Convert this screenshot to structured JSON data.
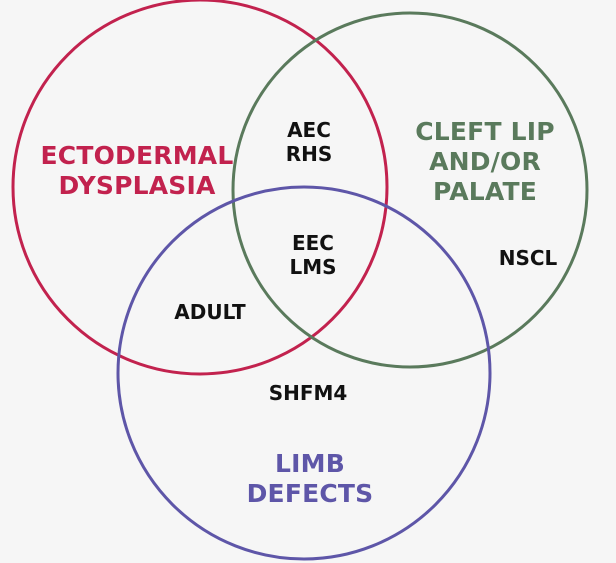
{
  "colors": {
    "ectodermal": "#c2224e",
    "cleft": "#5a7a5c",
    "limb": "#5e56a8",
    "region_text": "#111111"
  },
  "sets": {
    "ectodermal": {
      "line1": "ECTODERMAL",
      "line2": "DYSPLASIA"
    },
    "cleft": {
      "line1": "CLEFT LIP",
      "line2": "AND/OR",
      "line3": "PALATE"
    },
    "limb": {
      "line1": "LIMB",
      "line2": "DEFECTS"
    }
  },
  "regions": {
    "ecto_cleft": {
      "line1": "AEC",
      "line2": "RHS"
    },
    "all_three": {
      "line1": "EEC",
      "line2": "LMS"
    },
    "ecto_limb": "ADULT",
    "cleft_only": "NSCL",
    "limb_only": "SHFM4"
  }
}
